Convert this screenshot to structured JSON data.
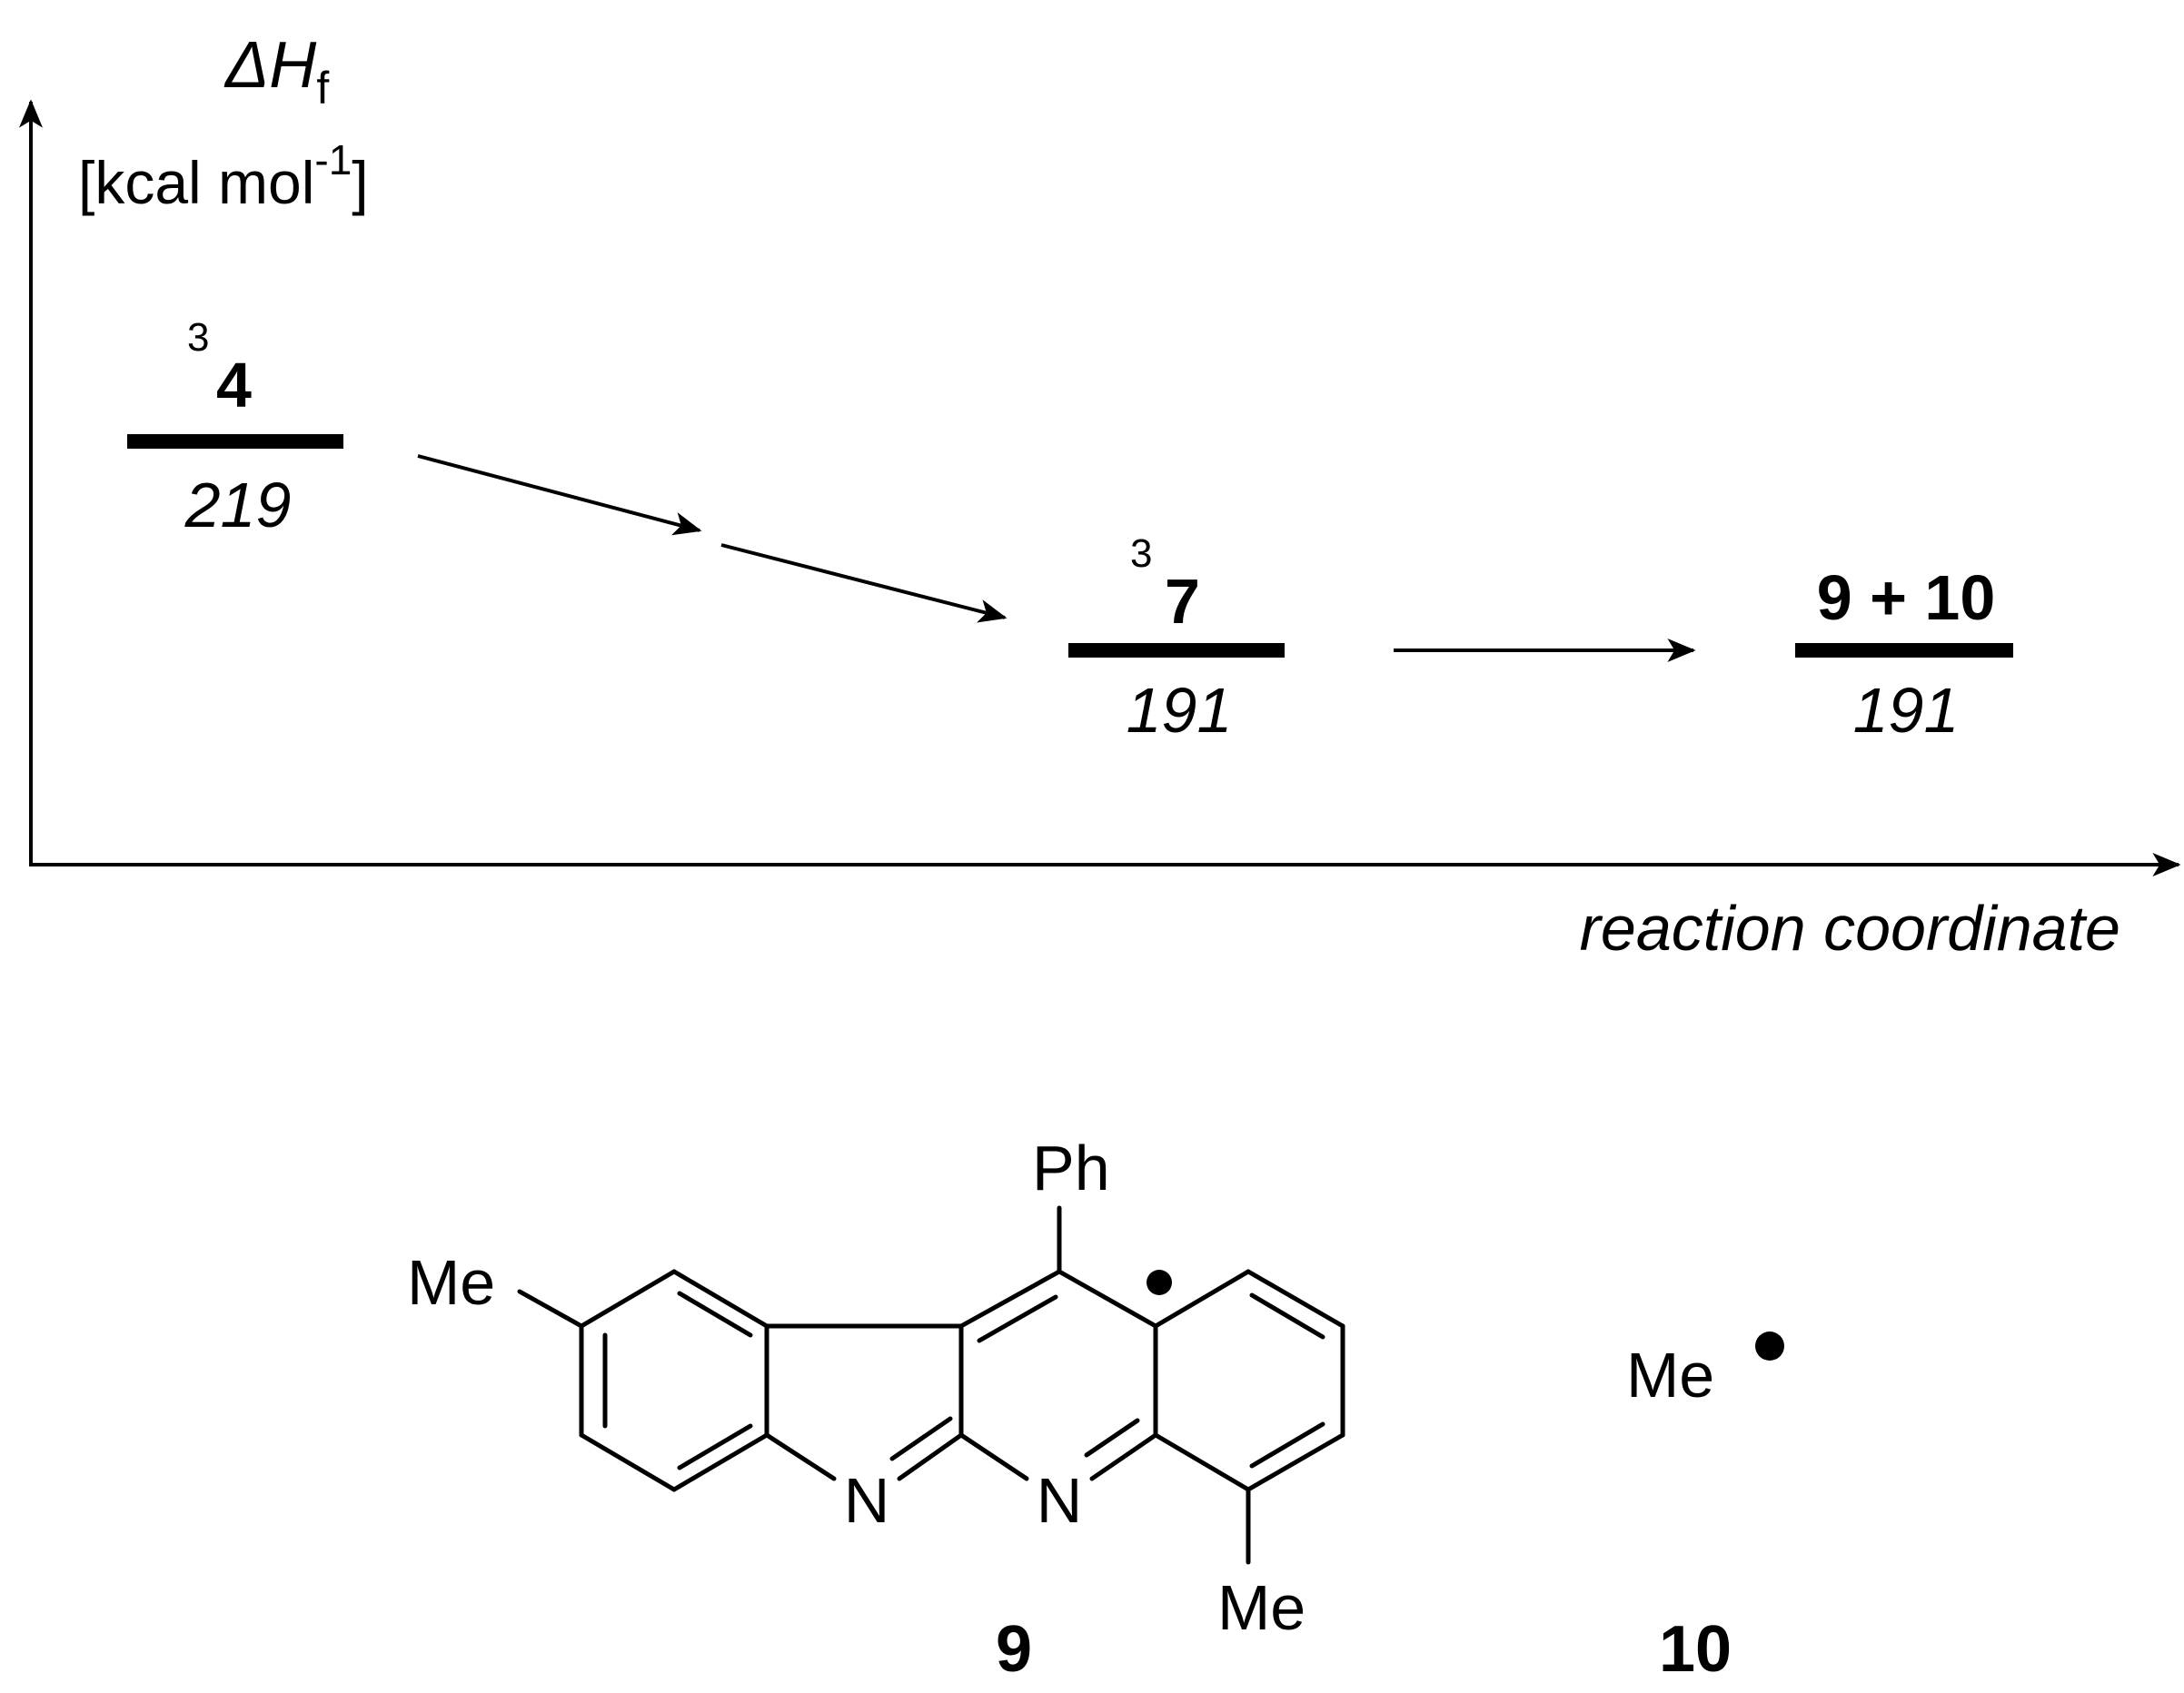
{
  "axes": {
    "y_label_symbol": "ΔH",
    "y_label_subscript": "f",
    "y_unit_open": "[kcal mol",
    "y_unit_superscript": "-1",
    "y_unit_close": "]",
    "x_label": "reaction coordinate"
  },
  "levels": [
    {
      "superscript": "3",
      "label": "4",
      "value": "219"
    },
    {
      "superscript": "3",
      "label": "7",
      "value": "191"
    },
    {
      "superscript": "",
      "label": "9 + 10",
      "value": "191"
    }
  ],
  "structure_9": {
    "compound_number": "9",
    "substituent_top": "Ph",
    "substituent_left": "Me",
    "substituent_bottom": "Me",
    "atom_n1": "N",
    "atom_n2": "N"
  },
  "structure_10": {
    "compound_number": "10",
    "group": "Me"
  },
  "colors": {
    "ink": "#000000",
    "background": "#ffffff"
  }
}
